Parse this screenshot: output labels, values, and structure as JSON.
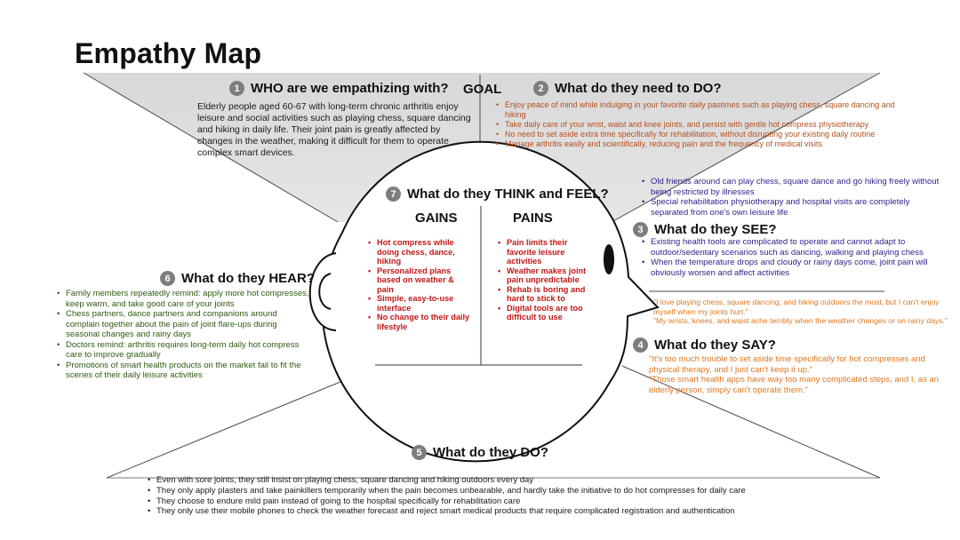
{
  "title": "Empathy Map",
  "who": {
    "num": "1",
    "heading": "WHO are we empathizing with?",
    "text": "Elderly people aged 60-67 with long-term chronic arthritis enjoy leisure and social activities such as playing chess, square dancing and hiking in daily life. Their joint pain is greatly affected by changes in the weather, making it difficult for them to operate complex smart devices."
  },
  "goal_label": "GOAL",
  "need": {
    "num": "2",
    "heading": "What do they need to DO?",
    "items": [
      "Enjoy peace of mind while indulging in your favorite daily pastimes such as playing chess, square dancing and hiking",
      "Take daily care of your wrist, waist and knee joints, and persist with gentle hot compress physiotherapy",
      "No need to set aside extra time specifically for rehabilitation, without disrupting your existing daily routine",
      "Manage arthritis easily and scientifically, reducing pain and the frequency of medical visits"
    ]
  },
  "see": {
    "num": "3",
    "heading": "What do they SEE?",
    "items_top": [
      "Old friends around can play chess, square dance and go hiking freely without being restricted by illnesses",
      "Special rehabilitation physiotherapy and hospital visits are completely separated from one's own leisure life"
    ],
    "items_bottom": [
      "Existing health tools are complicated to operate and cannot adapt to outdoor/sedentary scenarios such as dancing, walking and playing chess",
      "When the temperature drops and cloudy or rainy days come, joint pain will obviously worsen and affect activities"
    ]
  },
  "say": {
    "num": "4",
    "heading": "What do they SAY?",
    "quotes_top": [
      "\"I love playing chess, square dancing, and hiking outdoors the most, but I can't enjoy myself when my joints hurt.\"",
      "\"My wrists, knees, and waist ache terribly when the weather changes or on rainy days.\""
    ],
    "quotes_bottom": [
      "\"It's too much trouble to set aside time specifically for hot compresses and physical therapy, and I just can't keep it up.\"",
      "\"Those smart health apps have way too many complicated steps, and I, as an elderly person, simply can't operate them.\""
    ]
  },
  "do": {
    "num": "5",
    "heading": "What do they DO?",
    "items": [
      "Even with sore joints, they still insist on playing chess, square dancing and hiking outdoors every day",
      "They only apply plasters and take painkillers temporarily when the pain becomes unbearable, and hardly take the initiative to do hot compresses for daily care",
      "They choose to endure mild pain instead of going to the hospital specifically for rehabilitation care",
      "They only use their mobile phones to check the weather forecast and reject smart medical products that require complicated registration and authentication"
    ]
  },
  "hear": {
    "num": "6",
    "heading": "What do they HEAR?",
    "items": [
      "Family members repeatedly remind: apply more hot compresses, keep warm, and take good care of your joints",
      "Chess partners, dance partners and companions around complain together about the pain of joint flare-ups during seasonal changes and rainy days",
      "Doctors remind: arthritis requires long-term daily hot compress care to improve gradually",
      "Promotions of smart health products on the market fail to fit the scenes of their daily leisure activities"
    ]
  },
  "think": {
    "num": "7",
    "heading": "What do they THINK and FEEL?",
    "gains_label": "GAINS",
    "pains_label": "PAINS",
    "gains": [
      "Hot compress while doing chess, dance, hiking",
      "Personalized plans based on weather & pain",
      "Simple, easy-to-use interface",
      "No change to their daily lifestyle"
    ],
    "pains": [
      "Pain limits their favorite leisure activities",
      "Weather makes joint pain unpredictable",
      "Rehab is boring and hard to stick to",
      "Digital tools are too difficult to use"
    ]
  },
  "colors": {
    "need_text": "#b4501e",
    "see_text": "#2e1f8a",
    "hear_text": "#2f5b12",
    "think_text": "#c01818",
    "say_text": "#e0781e",
    "top_band": "#dcdcdc",
    "number_badge": "#7d7d7d"
  }
}
